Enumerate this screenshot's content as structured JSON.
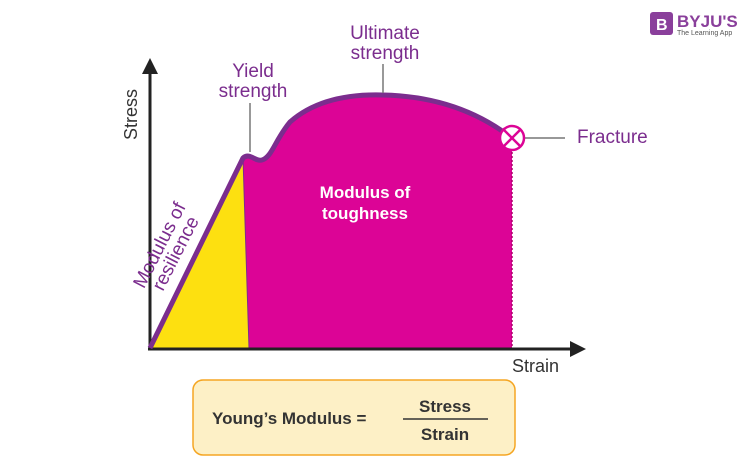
{
  "logo": {
    "name": "BYJU'S",
    "tagline": "The Learning App",
    "color": "#8a3f9b"
  },
  "axes": {
    "y_label": "Stress",
    "x_label": "Strain"
  },
  "labels": {
    "yield": [
      "Yield",
      "strength"
    ],
    "ultimate": [
      "Ultimate",
      "strength"
    ],
    "fracture": "Fracture",
    "resilience": [
      "Modulus of",
      "resilience"
    ],
    "toughness": [
      "Modulus of",
      "toughness"
    ]
  },
  "formula": {
    "lhs": "Young’s Modulus =",
    "numerator": "Stress",
    "denominator": "Strain"
  },
  "colors": {
    "curve": "#7b2d8e",
    "toughness_fill": "#dc0496",
    "resilience_fill": "#fde010",
    "formula_bg": "#fdf0c6",
    "formula_border": "#f5a623"
  }
}
